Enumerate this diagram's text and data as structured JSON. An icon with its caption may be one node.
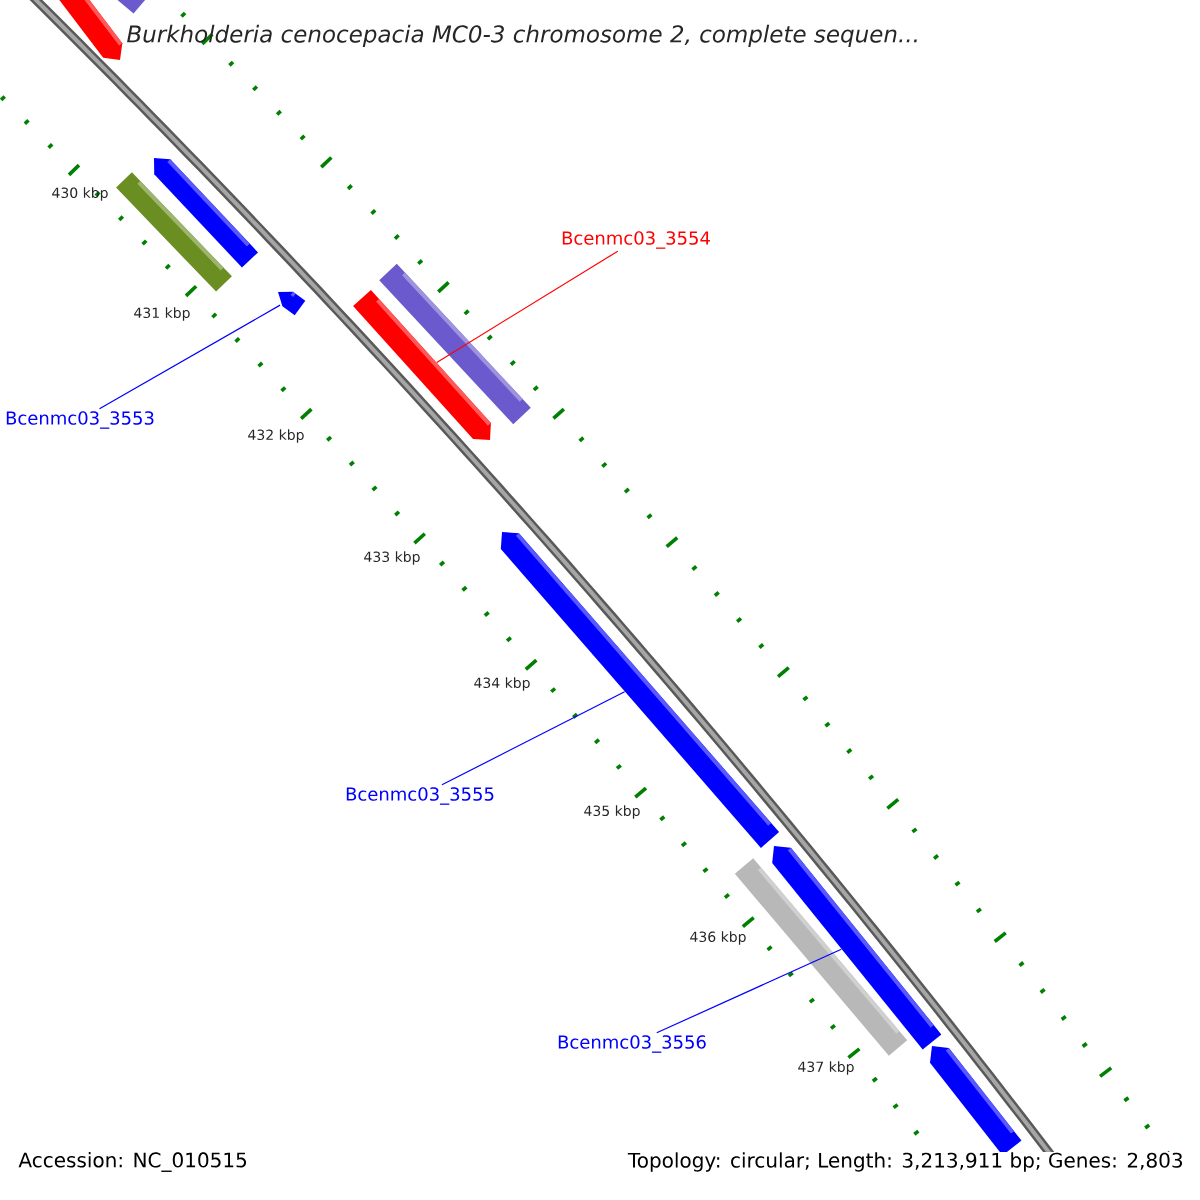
{
  "diagram": {
    "title": "Burkholderia cenocepacia MC0-3 chromosome 2, complete sequen...",
    "nodes": [
      {
        "text": [
          "Bcenmc03_3554"
        ]
      },
      {
        "text": [
          "Bcenmc03_3553"
        ]
      },
      {
        "text": [
          "Bcenmc03_3555"
        ]
      },
      {
        "text": [
          "Bcenmc03_3556"
        ]
      },
      {
        "text": [],
        "shape": "bar"
      },
      {
        "text": [],
        "shape": "bar"
      },
      {
        "text": [],
        "shape": "bar"
      },
      {
        "text": [],
        "shape": "bar"
      },
      {
        "text": [],
        "shape": "bar"
      },
      {
        "text": [],
        "shape": "bar"
      },
      {
        "text": [],
        "shape": "bar"
      },
      {
        "text": [],
        "shape": "bar"
      },
      {
        "text": [],
        "shape": "bar"
      },
      {
        "text": [],
        "shape": "bar"
      },
      {
        "text": [],
        "shape": "bar"
      }
    ],
    "edges": [
      {
        "from": 0,
        "to": 10,
        "arrow": "none",
        "color": "#ff0000"
      },
      {
        "from": 1,
        "to": 9,
        "arrow": "none"
      },
      {
        "from": 2,
        "to": 11,
        "arrow": "none"
      },
      {
        "from": 3,
        "to": 12,
        "arrow": "none"
      }
    ],
    "labels": [
      "430 kbp",
      "431 kbp",
      "432 kbp",
      "433 kbp",
      "434 kbp",
      "435 kbp",
      "436 kbp",
      "437 kbp",
      "Accession: NC_010515",
      "Topology: circular; Length: 3,213,911 bp; Genes: 2,803"
    ]
  }
}
